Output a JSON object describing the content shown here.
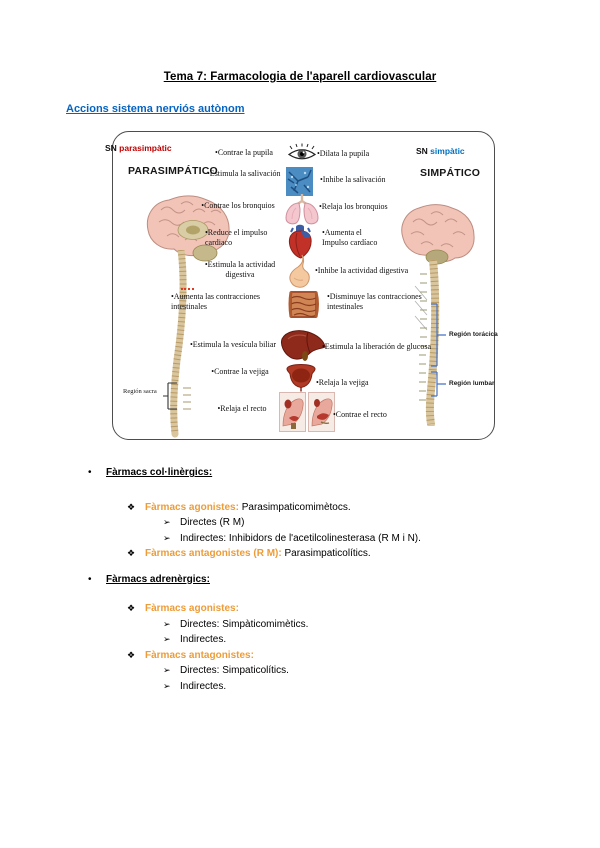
{
  "page": {
    "title": "Tema 7: Farmacologia de l'aparell cardiovascular",
    "section_heading": "Accions sistema nerviós autònom"
  },
  "figure": {
    "sn_left": {
      "prefix": "SN ",
      "name": "parasimpàtic"
    },
    "sn_right": {
      "prefix": "SN ",
      "name": "simpàtic"
    },
    "left_header": "PARASIMPÁTICO",
    "right_header": "SIMPÁTICO",
    "rows": [
      {
        "icon": "eye-icon",
        "left": "•Contrae  la pupila",
        "right": "•Dilata la pupila"
      },
      {
        "icon": "salivary-glands-icon",
        "left": "•Estimula la salivación",
        "right": "•Inhibe la salivación"
      },
      {
        "icon": "lungs-icon",
        "left": "•Contrae los bronquios",
        "right": "•Relaja los bronquios"
      },
      {
        "icon": "heart-icon",
        "left": "•Reduce el impulso cardiaco",
        "right": "•Aumenta el Impulso cardíaco"
      },
      {
        "icon": "stomach-icon",
        "left": "•Estimula la actividad digestiva",
        "right": "•Inhibe la actividad digestiva"
      },
      {
        "icon": "intestines-icon",
        "left": "•Aumenta  las contracciones intestinales",
        "right": "•Disminuye las contracciones intestinales"
      },
      {
        "icon": "liver-icon",
        "left": "•Estimula la vesícula biliar",
        "right": "•Estimula la liberación de glucosa"
      },
      {
        "icon": "bladder-icon",
        "left": "•Contrae la vejiga",
        "right": "•Relaja la vejiga"
      },
      {
        "icon": "pelvis-icon",
        "left": "•Relaja el recto",
        "right": "•Contrae el recto"
      }
    ],
    "region_labels": {
      "sacra": "Región sacra",
      "toracica": "Región torácica",
      "lumbar": "Región lumbar"
    }
  },
  "bullets": {
    "top": "•",
    "diamond": "❖",
    "arrow": "➢"
  },
  "lists": [
    {
      "heading": "Fàrmacs col·linèrgics:",
      "items": [
        {
          "bullet": "❖",
          "label": "Fàrmacs agonistes:",
          "text": " Parasimpaticomimètocs."
        },
        {
          "bullet": "➢",
          "label": "",
          "text": "Directes (R M)"
        },
        {
          "bullet": "➢",
          "label": "",
          "text": "Indirectes: Inhibidors de l'acetilcolinesterasa (R M i N)."
        },
        {
          "bullet": "❖",
          "label": "Fàrmacs antagonistes (R M):",
          "text": " Parasimpaticolítics."
        }
      ]
    },
    {
      "heading": "Fàrmacs adrenèrgics:",
      "items": [
        {
          "bullet": "❖",
          "label": "Fàrmacs agonistes:",
          "text": ""
        },
        {
          "bullet": "➢",
          "label": "",
          "text": "Directes: Simpàticomimètics."
        },
        {
          "bullet": "➢",
          "label": "",
          "text": "Indirectes."
        },
        {
          "bullet": "❖",
          "label": "Fàrmacs antagonistes:",
          "text": ""
        },
        {
          "bullet": "➢",
          "label": "",
          "text": "Directes: Simpaticolítics."
        },
        {
          "bullet": "➢",
          "label": "",
          "text": "Indirectes."
        }
      ]
    }
  ],
  "colors": {
    "section_heading": "#0563C1",
    "parasimpatic_red": "#C00000",
    "simpatic_blue": "#0070C0",
    "subitem_orange": "#ED9C38",
    "bracket_blue": "#4472C4"
  }
}
